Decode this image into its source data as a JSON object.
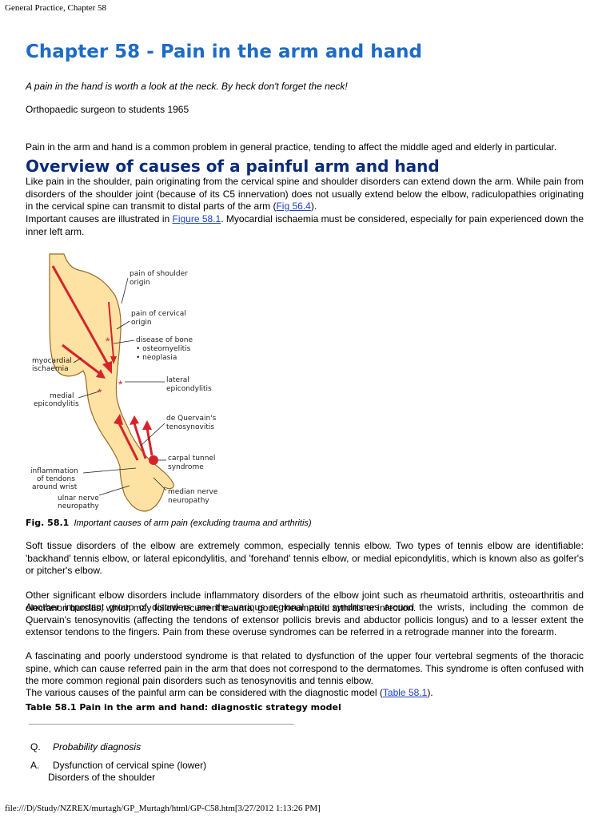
{
  "print_header": "General Practice, Chapter 58",
  "print_footer": "file:///D|/Study/NZREX/murtagh/GP_Murtagh/html/GP-C58.htm[3/27/2012 1:13:26 PM]",
  "chapter_title": "Chapter 58 - Pain in the arm and hand",
  "epigraph": "A pain in the hand is worth a look at the neck. By heck don't forget the neck!",
  "attribution": "Orthopaedic surgeon to students 1965",
  "intro": "Pain in the arm and hand is a common problem in general practice, tending to affect the middle aged and elderly in particular.",
  "overview_heading": "Overview of causes of a painful arm and hand",
  "overview_para_1": {
    "before_link": "Like pain in the shoulder, pain originating from the cervical spine and shoulder disorders can extend down the arm. While pain from disorders of the shoulder joint (because of its C5 innervation) does not usually extend below the elbow, radiculopathies originating in the cervical spine can transmit to distal parts of the arm (",
    "link": "Fig 56.4",
    "after_link": ")."
  },
  "overview_para_2": {
    "before_link": "Important causes are illustrated in ",
    "link": "Figure 58.1",
    "after_link": ". Myocardial ischaemia must be considered, especially for pain experienced down the inner left arm."
  },
  "figure": {
    "labels": {
      "shoulder_origin_1": "pain of shoulder",
      "shoulder_origin_2": "origin",
      "cervical_origin_1": "pain of cervical",
      "cervical_origin_2": "origin",
      "bone_1": "disease of bone",
      "bone_2": "• osteomyelitis",
      "bone_3": "• neoplasia",
      "myocardial_1": "myocardial",
      "myocardial_2": "ischaemia",
      "lateral_1": "lateral",
      "lateral_2": "epicondylitis",
      "medial_1": "medial",
      "medial_2": "epicondylitis",
      "dequervain_1": "de Quervain's",
      "dequervain_2": "tenosynovitis",
      "carpal_1": "carpal tunnel",
      "carpal_2": "syndrome",
      "inflammation_1": "inflammation",
      "inflammation_2": "of tendons",
      "inflammation_3": "around wrist",
      "ulnar_1": "ulnar nerve",
      "ulnar_2": "neuropathy",
      "median_1": "median nerve",
      "median_2": "neuropathy"
    },
    "colors": {
      "skin": "#fde2a3",
      "arrow": "#d6232a",
      "outline": "#9a6b2a"
    }
  },
  "figure_caption": {
    "label": "Fig. 58.1",
    "text": "Important causes of arm pain (excluding trauma and arthritis)"
  },
  "body_para_1": "Soft tissue disorders of the elbow are extremely common, especially tennis elbow. Two types of tennis elbow are identifiable: 'backhand' tennis elbow, or lateral epicondylitis, and 'forehand' tennis elbow, or medial epicondylitis, which is known also as golfer's or pitcher's elbow.",
  "body_para_2": "Other significant elbow disorders include inflammatory disorders of the elbow joint such as rheumatoid arthritis, osteoarthritis and olecranon bursitis, which may follow recurrent trauma, gout, rheumatoid arthritis or infection.",
  "body_para_3": "Another important group of disorders are the various regional pain syndromes around the wrists, including the common de Quervain's tenosynovitis (affecting the tendons of extensor pollicis brevis and abductor pollicis longus) and to a lesser extent the extensor tendons to the fingers. Pain from these overuse syndromes can be referred in a retrograde manner into the forearm.",
  "body_para_4": "A fascinating and poorly understood syndrome is that related to dysfunction of the upper four vertebral segments of the thoracic spine, which can cause referred pain in the arm that does not correspond to the dermatomes. This syndrome is often confused with the more common regional pain disorders such as tenosynovitis and tennis elbow.",
  "body_para_5": {
    "before_link": "The various causes of the painful arm can be considered with the diagnostic model (",
    "link": "Table 58.1",
    "after_link": ")."
  },
  "table": {
    "title": "Table 58.1 Pain in the arm and hand: diagnostic strategy model",
    "rows": [
      {
        "letter": "Q.",
        "lines": [
          "Probability diagnosis"
        ],
        "italic": true
      },
      {
        "letter": "A.",
        "lines": [
          "Dysfunction of cervical spine (lower)",
          "Disorders of the shoulder"
        ],
        "italic": false
      }
    ]
  }
}
